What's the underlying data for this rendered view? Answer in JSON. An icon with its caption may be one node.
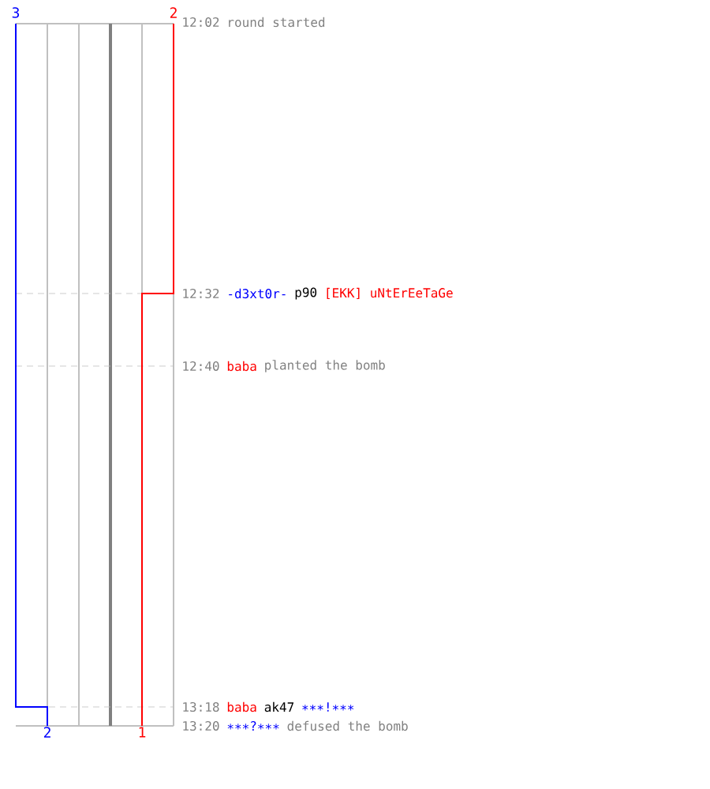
{
  "diagram": {
    "labels": [
      "12:02",
      "round started",
      "12:32",
      "-d3xt0r-",
      "p90",
      "[EKK] uNtErEeTaGe",
      "12:40",
      "baba",
      "planted the bomb",
      "13:18",
      "baba",
      "ak47",
      "∗∗∗!∗∗∗",
      "13:20",
      "∗∗∗?∗∗∗",
      "defused the bomb",
      "3",
      "2",
      "2",
      "1"
    ]
  }
}
